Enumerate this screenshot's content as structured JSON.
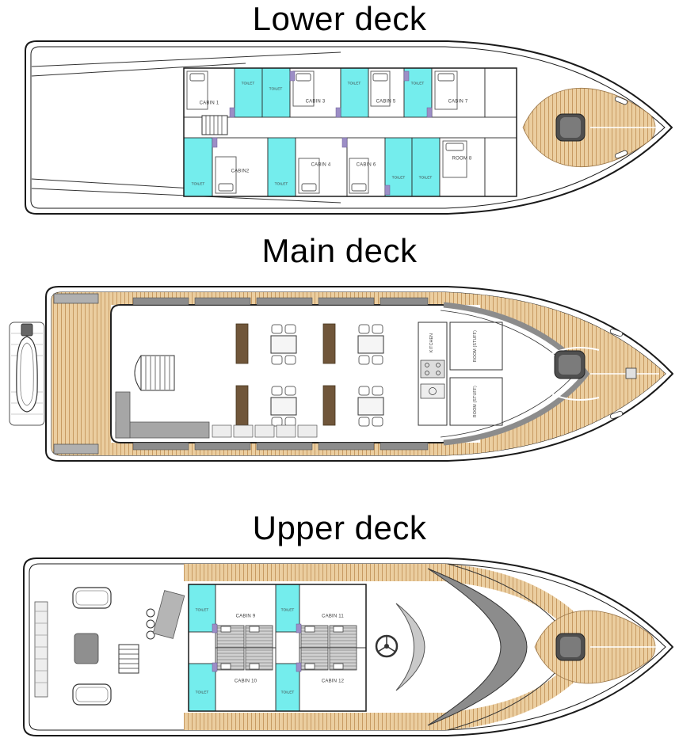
{
  "titles": {
    "lower": "Lower deck",
    "main": "Main deck",
    "upper": "Upper deck"
  },
  "lower": {
    "cabin1": "CABIN 1",
    "cabin2": "CABIN2",
    "cabin3": "CABIN 3",
    "cabin4": "CABIN 4",
    "cabin5": "CABIN 5",
    "cabin6": "CABIN 6",
    "cabin7": "CABIN 7",
    "room8": "ROOM 8",
    "toilet": "TOILET"
  },
  "main": {
    "kitchen": "KITCHEN",
    "room_stuff": "ROOM (STUFF)"
  },
  "upper": {
    "cabin9": "CABIN 9",
    "cabin10": "CABIN 10",
    "cabin11": "CABIN 11",
    "cabin12": "CABIN 12",
    "toilet": "TOILET"
  },
  "colors": {
    "toilet": "#74EDED",
    "wood": "#EBCEA0",
    "accent": "#9C8EC6",
    "glass": "#8C8C8C",
    "hatch_dark": "#4F4F4F",
    "hatch_light": "#7B7B7B"
  }
}
